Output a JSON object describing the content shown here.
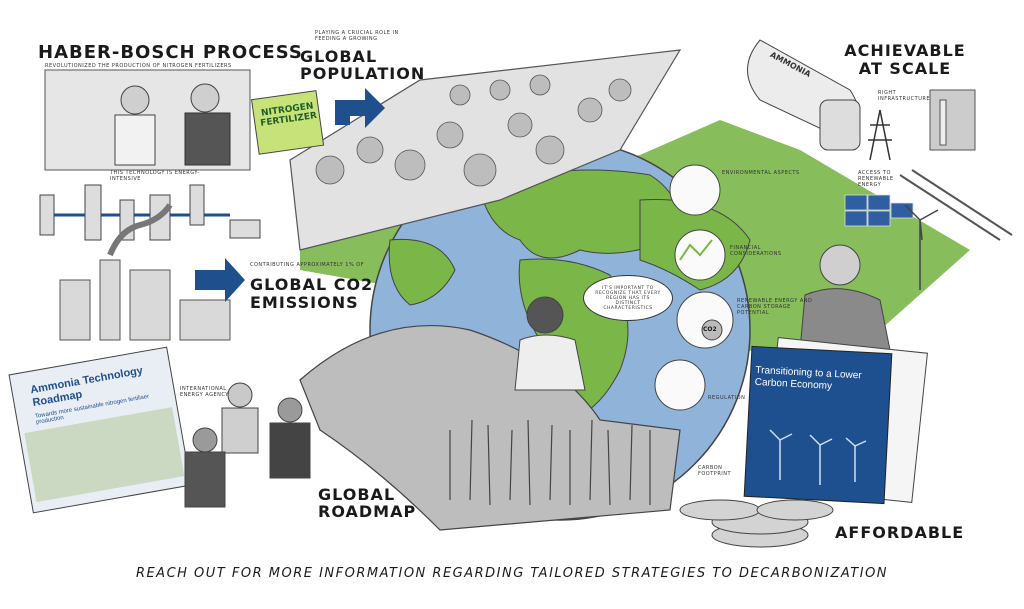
{
  "titles": {
    "haber_bosch": "HABER-BOSCH PROCESS",
    "global_population": "GLOBAL POPULATION",
    "achievable": "ACHIEVABLE AT SCALE",
    "co2": "GLOBAL CO2 EMISSIONS",
    "roadmap": "GLOBAL ROADMAP",
    "affordable": "AFFORDABLE"
  },
  "captions": {
    "haber_sub": "REVOLUTIONIZED THE PRODUCTION OF NITROGEN FERTILIZERS",
    "energy_intensive": "THIS TECHNOLOGY IS ENERGY-INTENSIVE",
    "population_sub": "PLAYING A CRUCIAL ROLE IN FEEDING A GROWING",
    "co2_sub": "CONTRIBUTING APPROXIMATELY 1% OF",
    "iea": "INTERNATIONAL ENERGY AGENCY",
    "environmental": "ENVIRONMENTAL ASPECTS",
    "financial": "FINANCIAL CONSIDERATIONS",
    "renewable": "RENEWABLE ENERGY AND CARBON STORAGE POTENTIAL",
    "regulation": "REGULATION",
    "right_infra": "RIGHT INFRASTRUCTURE",
    "access_renewable": "ACCESS TO RENEWABLE ENERGY",
    "carbon_footprint": "CARBON FOOTPRINT"
  },
  "speech": "IT'S IMPORTANT TO RECOGNIZE THAT EVERY REGION HAS ITS DISTINCT CHARACTERISTICS",
  "fertilizer_bag": "NITROGEN FERTILIZER",
  "tank_label": "AMMONIA",
  "co2_bubble": "CO2",
  "book_left": {
    "title": "Ammonia Technology Roadmap",
    "subtitle": "Towards more sustainable nitrogen fertiliser production"
  },
  "book_right": {
    "title": "Transitioning to a Lower Carbon Economy"
  },
  "footer": "REACH OUT FOR MORE INFORMATION REGARDING TAILORED STRATEGIES TO DECARBONIZATION",
  "colors": {
    "green": "#7ab648",
    "ocean": "#7fa6cf",
    "navy": "#1f4f8c",
    "book_blue": "#1e4f8f"
  }
}
